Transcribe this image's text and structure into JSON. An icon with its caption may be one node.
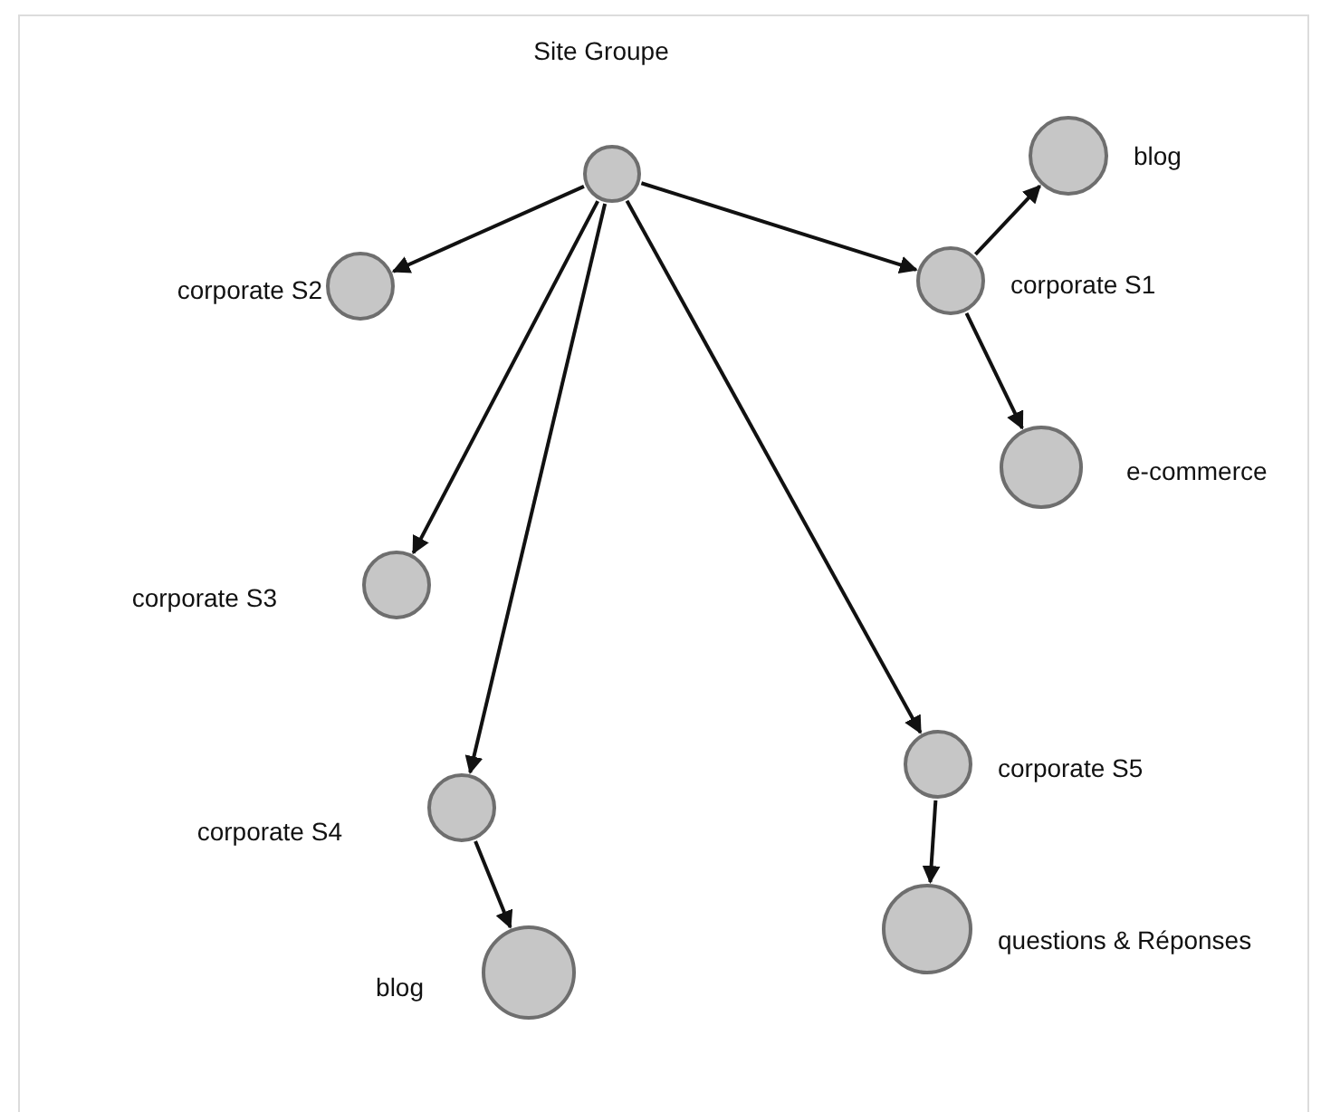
{
  "diagram": {
    "nodes": [
      {
        "text": [
          "Site Groupe"
        ]
      },
      {
        "text": [
          "corporate S2"
        ]
      },
      {
        "text": [
          "corporate S1"
        ]
      },
      {
        "text": [
          "blog"
        ]
      },
      {
        "text": [
          "e-commerce"
        ]
      },
      {
        "text": [
          "corporate S3"
        ]
      },
      {
        "text": [
          "corporate S4"
        ]
      },
      {
        "text": [
          "blog"
        ]
      },
      {
        "text": [
          "corporate S5"
        ]
      },
      {
        "text": [
          "questions & Réponses"
        ]
      }
    ],
    "edges": [
      {
        "from": 0,
        "to": 1,
        "arrow": "to"
      },
      {
        "from": 0,
        "to": 5,
        "arrow": "to"
      },
      {
        "from": 0,
        "to": 6,
        "arrow": "to"
      },
      {
        "from": 0,
        "to": 8,
        "arrow": "to"
      },
      {
        "from": 0,
        "to": 2,
        "arrow": "to"
      },
      {
        "from": 2,
        "to": 3,
        "arrow": "to"
      },
      {
        "from": 2,
        "to": 4,
        "arrow": "to"
      },
      {
        "from": 6,
        "to": 7,
        "arrow": "to"
      },
      {
        "from": 8,
        "to": 9,
        "arrow": "to"
      }
    ]
  }
}
